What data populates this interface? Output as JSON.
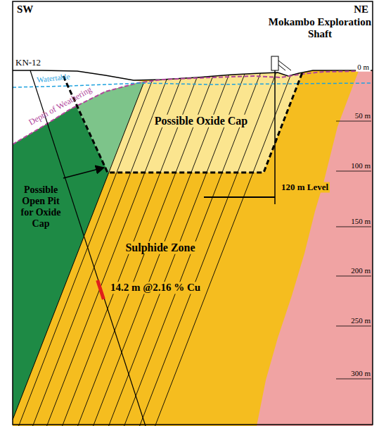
{
  "diagram": {
    "labels": [
      "SW",
      "NE",
      "KN-12",
      "Mokambo Exploration Shaft",
      "0 m",
      "Watertable",
      "Depth of Weathering",
      "Possible Oxide Cap",
      "50 m",
      "100 m",
      "Possible Open Pit for Oxide Cap",
      "120 m Level",
      "150 m",
      "Sulphide Zone",
      "200 m",
      "14.2 m @2.16 % Cu",
      "250 m",
      "300 m"
    ]
  }
}
